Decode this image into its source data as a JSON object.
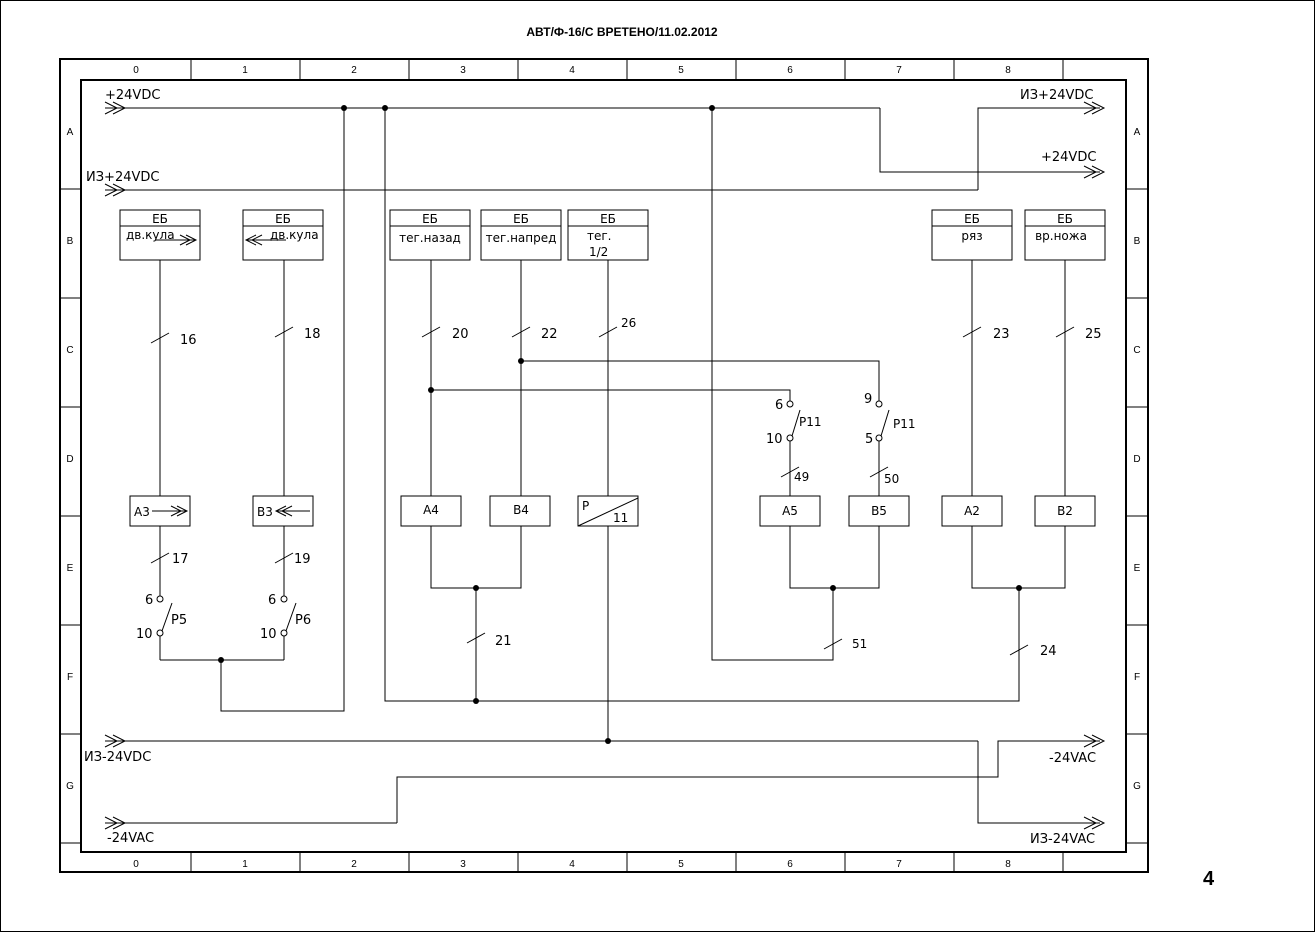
{
  "header": {
    "title": "АВТ/Ф-16/С ВРЕТЕНО/11.02.2012"
  },
  "page_number": "4",
  "grid": {
    "columns": [
      "0",
      "1",
      "2",
      "3",
      "4",
      "5",
      "6",
      "7",
      "8"
    ],
    "rows": [
      "A",
      "B",
      "C",
      "D",
      "E",
      "F",
      "G"
    ]
  },
  "buses": {
    "top_left": "+24VDC",
    "top_right_iz": "ИЗ+24VDC",
    "top_right": "+24VDC",
    "left_iz": "ИЗ+24VDC",
    "bottom_left_iz": "ИЗ-24VDC",
    "bottom_right": "-24VAC",
    "bottom_left": "-24VAC",
    "bottom_right_iz": "ИЗ-24VAC"
  },
  "eb_blocks": [
    {
      "title": "ЕБ",
      "label": "дв.кула"
    },
    {
      "title": "ЕБ",
      "label": "дв.кула"
    },
    {
      "title": "ЕБ",
      "label": "тег.назад"
    },
    {
      "title": "ЕБ",
      "label": "тег.напред"
    },
    {
      "title": "ЕБ",
      "label": "тег.",
      "label2": "1/2"
    },
    {
      "title": "ЕБ",
      "label": "ряз"
    },
    {
      "title": "ЕБ",
      "label": "вр.ножа"
    }
  ],
  "coils": [
    "A3",
    "B3",
    "A4",
    "B4",
    "P",
    "11",
    "A5",
    "B5",
    "A2",
    "B2"
  ],
  "wires": [
    "16",
    "18",
    "20",
    "22",
    "26",
    "23",
    "25",
    "17",
    "19",
    "21",
    "49",
    "50",
    "51",
    "24"
  ],
  "contacts": {
    "p5": {
      "name": "P5",
      "a": "6",
      "b": "10"
    },
    "p6": {
      "name": "P6",
      "a": "6",
      "b": "10"
    },
    "p11a": {
      "name": "P11",
      "a": "6",
      "b": "10"
    },
    "p11b": {
      "name": "P11",
      "a": "9",
      "b": "5"
    }
  }
}
